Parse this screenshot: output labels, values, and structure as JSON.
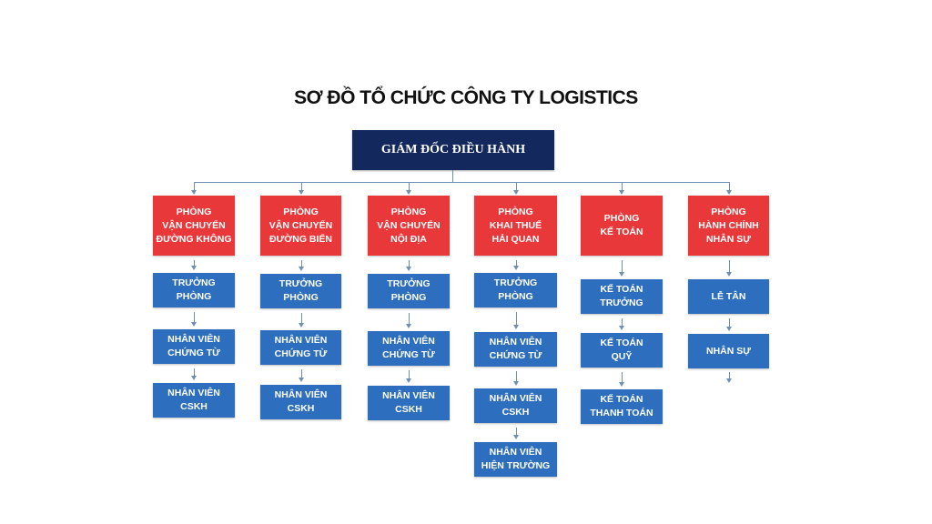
{
  "title": "SƠ ĐỒ TỔ CHỨC CÔNG TY LOGISTICS",
  "director": "GIÁM ĐỐC ĐIỀU HÀNH",
  "departments": [
    {
      "name": "PHÒNG\nVẬN CHUYỂN\nĐƯỜNG KHÔNG",
      "roles": [
        "TRƯỞNG\nPHÒNG",
        "NHÂN VIÊN\nCHỨNG TỪ",
        "NHÂN VIÊN\nCSKH"
      ]
    },
    {
      "name": "PHÒNG\nVẬN CHUYỂN\nĐƯỜNG BIỂN",
      "roles": [
        "TRƯỞNG\nPHÒNG",
        "NHÂN VIÊN\nCHỨNG TỪ",
        "NHÂN VIÊN\nCSKH"
      ]
    },
    {
      "name": "PHÒNG\nVẬN CHUYỂN\nNỘI ĐỊA",
      "roles": [
        "TRƯỞNG\nPHÒNG",
        "NHÂN VIÊN\nCHỨNG TỪ",
        "NHÂN VIÊN\nCSKH"
      ]
    },
    {
      "name": "PHÒNG\nKHAI THUẾ\nHẢI QUAN",
      "roles": [
        "TRƯỞNG\nPHÒNG",
        "NHÂN VIÊN\nCHỨNG TỪ",
        "NHÂN VIÊN\nCSKH",
        "NHÂN VIÊN\nHIỆN TRƯỜNG"
      ]
    },
    {
      "name": "PHÒNG\nKẾ TOÁN",
      "roles": [
        "KẾ TOÁN\nTRƯỞNG",
        "KẾ TOÁN\nQUỸ",
        "KẾ TOÁN\nTHANH TOÁN"
      ]
    },
    {
      "name": "PHÒNG\nHÀNH CHÍNH\nNHÂN SỰ",
      "roles": [
        "LỄ TÂN",
        "NHÂN SỰ"
      ]
    }
  ],
  "colors": {
    "director": "#13285c",
    "department": "#e8383a",
    "role": "#2d6fbe",
    "connector": "#6d8fb5"
  }
}
